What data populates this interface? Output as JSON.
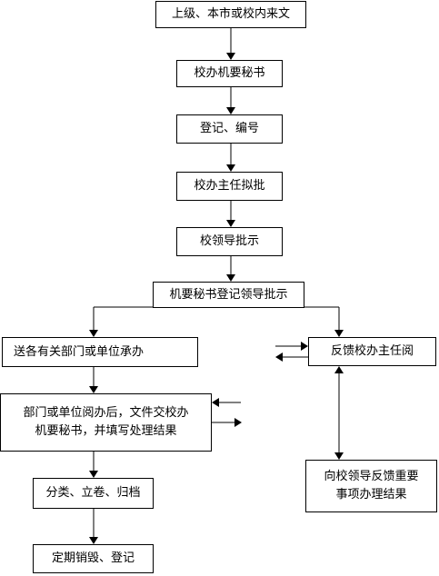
{
  "flowchart": {
    "nodes": {
      "incoming": "上级、本市或校内来文",
      "secretary": "校办机要秘书",
      "register": "登记、编号",
      "director_draft": "校办主任拟批",
      "leader_approve": "校领导批示",
      "secretary_register": "机要秘书登记领导批示",
      "send_departments": "送各有关部门或单位承办",
      "feedback_director": "反馈校办主任阅",
      "dept_process_line1": "部门或单位阅办后，文件交校办",
      "dept_process_line2": "机要秘书，并填写处理结果",
      "feedback_leader_line1": "向校领导反馈重要",
      "feedback_leader_line2": "事项办理结果",
      "archive": "分类、立卷、归档",
      "destroy": "定期销毁、登记"
    }
  }
}
